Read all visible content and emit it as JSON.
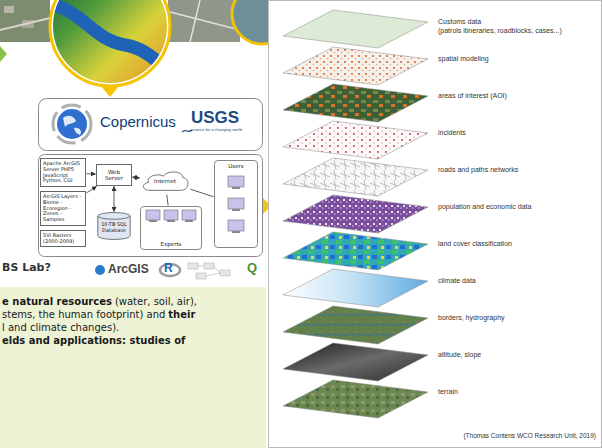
{
  "diagram": {
    "caption": "(Thomas Contens WCO Research Unit, 2019)",
    "nodes": [
      {
        "text": [
          "Apache ArcGIS Server PHP5 JavaScript Python, CGI"
        ]
      },
      {
        "text": [
          "Web Server"
        ]
      },
      {
        "text": [
          "Internet"
        ]
      },
      {
        "text": [
          "Users"
        ]
      },
      {
        "text": [
          "ArcGIS Layers -Biome -Ecoregion -Zones -Samples"
        ]
      },
      {
        "text": [
          "10-TB SQL Database"
        ]
      },
      {
        "text": [
          "SVI Rasters (2000-2009)"
        ]
      },
      {
        "text": [
          "Experts"
        ]
      }
    ],
    "edges": [
      {
        "from": 0,
        "to": 1,
        "arrow": "to"
      },
      {
        "from": 4,
        "to": 1,
        "arrow": "to"
      },
      {
        "from": 1,
        "to": 5,
        "arrow": "both"
      },
      {
        "from": 1,
        "to": 2,
        "arrow": "both"
      },
      {
        "from": 2,
        "to": 7,
        "arrow": "none"
      },
      {
        "from": 2,
        "to": 3,
        "arrow": "none"
      }
    ],
    "labels": [
      "Copernicus",
      "USGS",
      "science for a changing world",
      "BS Lab?",
      "ArcGIS",
      "R",
      "Q",
      "e natural resources",
      "(water, soil, air),",
      "stems, the human footprint) and",
      "their",
      "l and climate changes).",
      "elds and applications: studies of",
      "Customs data",
      "(patrols itineraries, roadblocks, cases...)",
      "spatial modeling",
      "areas of interest (AOI)",
      "incidents",
      "roads and paths networks",
      "population and economic data",
      "land cover classification",
      "climate data",
      "borders, hydrography",
      "altitude, slope",
      "terrain"
    ]
  }
}
